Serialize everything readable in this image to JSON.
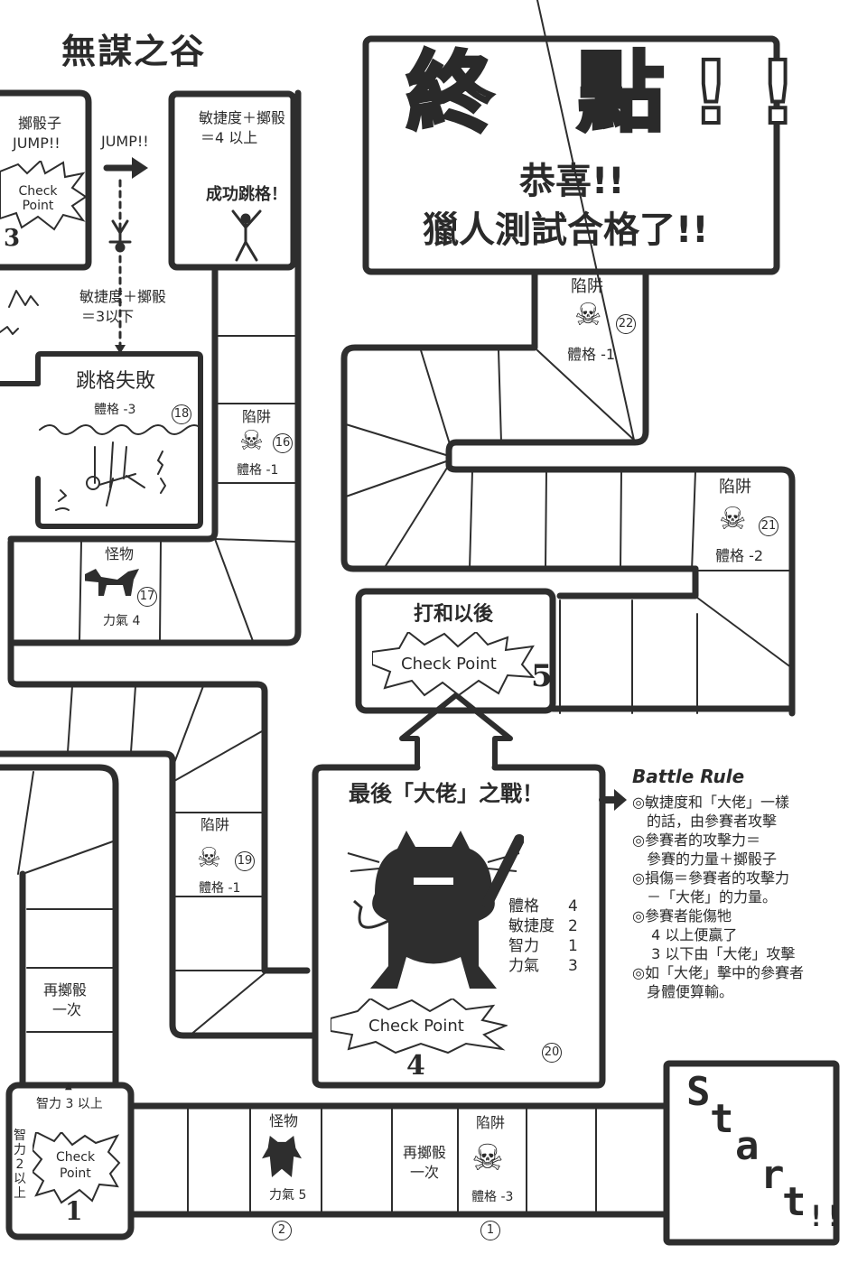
{
  "header": {
    "title": "無謀之谷"
  },
  "finish": {
    "big": "終 點!!",
    "congrats": "恭喜!!",
    "passed": "獵人測試合格了!!"
  },
  "jump": {
    "cp3_top": "擲骰子",
    "cp3_jump": "JUMP!!",
    "checkpoint": "Check Point",
    "cp3_number": "3",
    "arrow_label": "JUMP!!",
    "success_condition": "敏捷度＋擲骰\n＝4 以上",
    "success_line1": "敏捷度＋擲骰",
    "success_line2": "＝4 以上",
    "success_text": "成功跳格！",
    "fail_line1": "敏捷度＋擲骰",
    "fail_line2": "＝3以下"
  },
  "squares": {
    "s16": {
      "type": "陷阱",
      "effect": "體格 -1",
      "number": "16"
    },
    "s17": {
      "type": "怪物",
      "effect": "力氣 4",
      "number": "17"
    },
    "s18": {
      "type": "跳格失敗",
      "effect": "體格 -3",
      "number": "18"
    },
    "s19": {
      "type": "陷阱",
      "effect": "體格 -1",
      "number": "19"
    },
    "s20": {
      "number": "20"
    },
    "s21": {
      "type": "陷阱",
      "effect": "體格 -2",
      "number": "21"
    },
    "s22": {
      "type": "陷阱",
      "effect": "體格 -1",
      "number": "22"
    },
    "s1": {
      "type": "陷阱",
      "effect": "體格 -3",
      "number": "1"
    },
    "s2": {
      "type": "怪物",
      "effect": "力氣 5",
      "number": "2"
    },
    "reroll_a": {
      "line1": "再擲骰",
      "line2": "一次"
    },
    "reroll_b": {
      "line1": "再擲骰",
      "line2": "一次"
    }
  },
  "checkpoint5": {
    "title": "打和以後",
    "label": "Check Point",
    "number": "5"
  },
  "boss": {
    "title": "最後「大佬」之戰！",
    "label": "Check Point",
    "number": "4",
    "stats": [
      {
        "name": "體格",
        "value": "4"
      },
      {
        "name": "敏捷度",
        "value": "2"
      },
      {
        "name": "智力",
        "value": "1"
      },
      {
        "name": "力氣",
        "value": "3"
      }
    ]
  },
  "battle_rule": {
    "title": "Battle Rule",
    "lines": [
      "◎敏捷度和「大佬」一樣",
      "　的話，由參賽者攻擊",
      "◎參賽者的攻擊力＝",
      "　參賽的力量＋擲骰子",
      "◎損傷＝參賽者的攻擊力",
      "　－「大佬」的力量。",
      "◎參賽者能傷牠",
      "　 4 以上便贏了",
      "　 3 以下由「大佬」攻擊",
      "◎如「大佬」擊中的參賽者",
      "　身體便算輸。"
    ]
  },
  "checkpoint1": {
    "int3": "智力 3 以上",
    "int2": "智力2以上",
    "label_line1": "Check",
    "label_line2": "Point",
    "number": "1"
  },
  "start": {
    "letters": [
      "S",
      "t",
      "a",
      "r",
      "t"
    ],
    "exclaim": "!!"
  }
}
